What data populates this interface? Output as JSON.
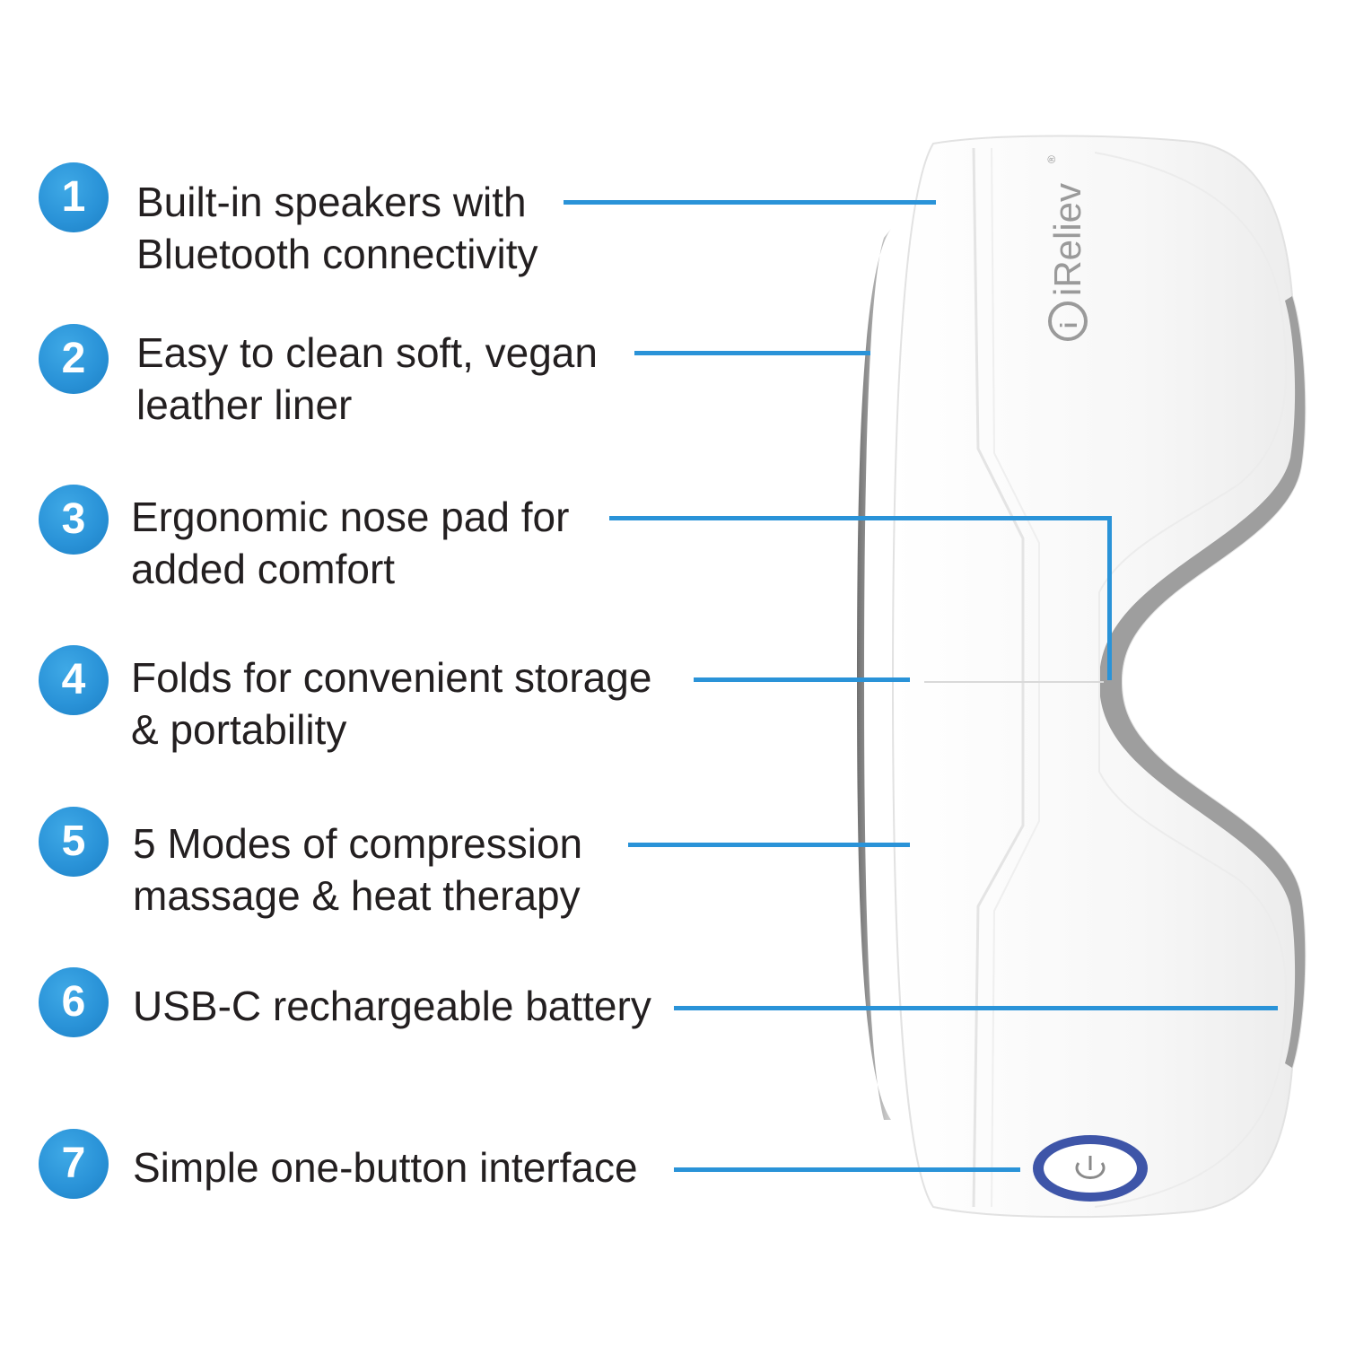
{
  "brand": {
    "logo_text": "iReliev",
    "registered_mark": "®"
  },
  "colors": {
    "accent_blue": "#2a93d8",
    "text": "#231f20",
    "device_body": "#f5f5f5",
    "device_edge": "#8c8c8c",
    "power_ring": "#3e55a8"
  },
  "features": [
    {
      "number": "1",
      "lines": [
        "Built-in speakers with",
        "Bluetooth connectivity"
      ]
    },
    {
      "number": "2",
      "lines": [
        "Easy to clean soft, vegan",
        "leather liner"
      ]
    },
    {
      "number": "3",
      "lines": [
        "Ergonomic nose pad for",
        "added comfort"
      ]
    },
    {
      "number": "4",
      "lines": [
        "Folds for convenient storage",
        "& portability"
      ]
    },
    {
      "number": "5",
      "lines": [
        "5 Modes of compression",
        "massage & heat therapy"
      ]
    },
    {
      "number": "6",
      "lines": [
        "USB-C rechargeable battery"
      ]
    },
    {
      "number": "7",
      "lines": [
        "Simple one-button interface"
      ]
    }
  ],
  "icons": {
    "power": "power-icon",
    "logo": "ireliev-logo-icon"
  }
}
